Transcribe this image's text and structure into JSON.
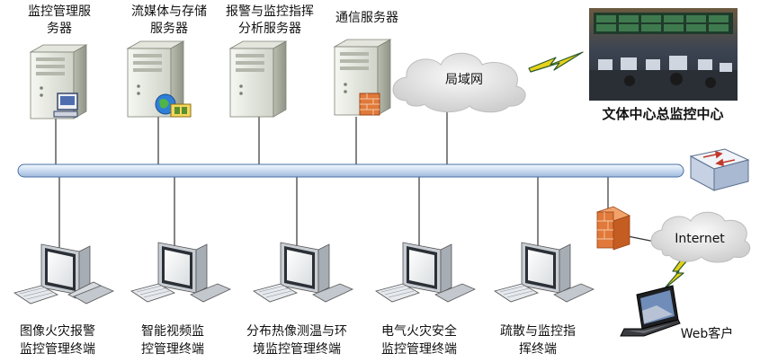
{
  "servers": [
    {
      "line1": "监控管理服",
      "line2": "务器"
    },
    {
      "line1": "流媒体与存储",
      "line2": "服务器"
    },
    {
      "line1": "报警与监控指挥",
      "line2": "分析服务器"
    },
    {
      "line1": "通信服务器",
      "line2": ""
    }
  ],
  "lan_label": "局域网",
  "center_label": "文体中心总监控中心",
  "internet_label": "Internet",
  "web_client_label": "Web客户",
  "terminals": [
    {
      "line1": "图像火灾报警",
      "line2": "监控管理终端"
    },
    {
      "line1": "智能视频监",
      "line2": "控管理终端"
    },
    {
      "line1": "分布热像测温与环",
      "line2": "境监控管理终端"
    },
    {
      "line1": "电气火灾安全",
      "line2": "监控管理终端"
    },
    {
      "line1": "疏散与监控指",
      "line2": "挥终端"
    }
  ],
  "colors": {
    "bus_fill": "#dbe8f7",
    "bus_stroke": "#4a6fa5",
    "tower_body": "#eef0ea",
    "firewall": "#e0793a",
    "lightning": "#e6d21a",
    "cloud": "#e6e6e6"
  }
}
